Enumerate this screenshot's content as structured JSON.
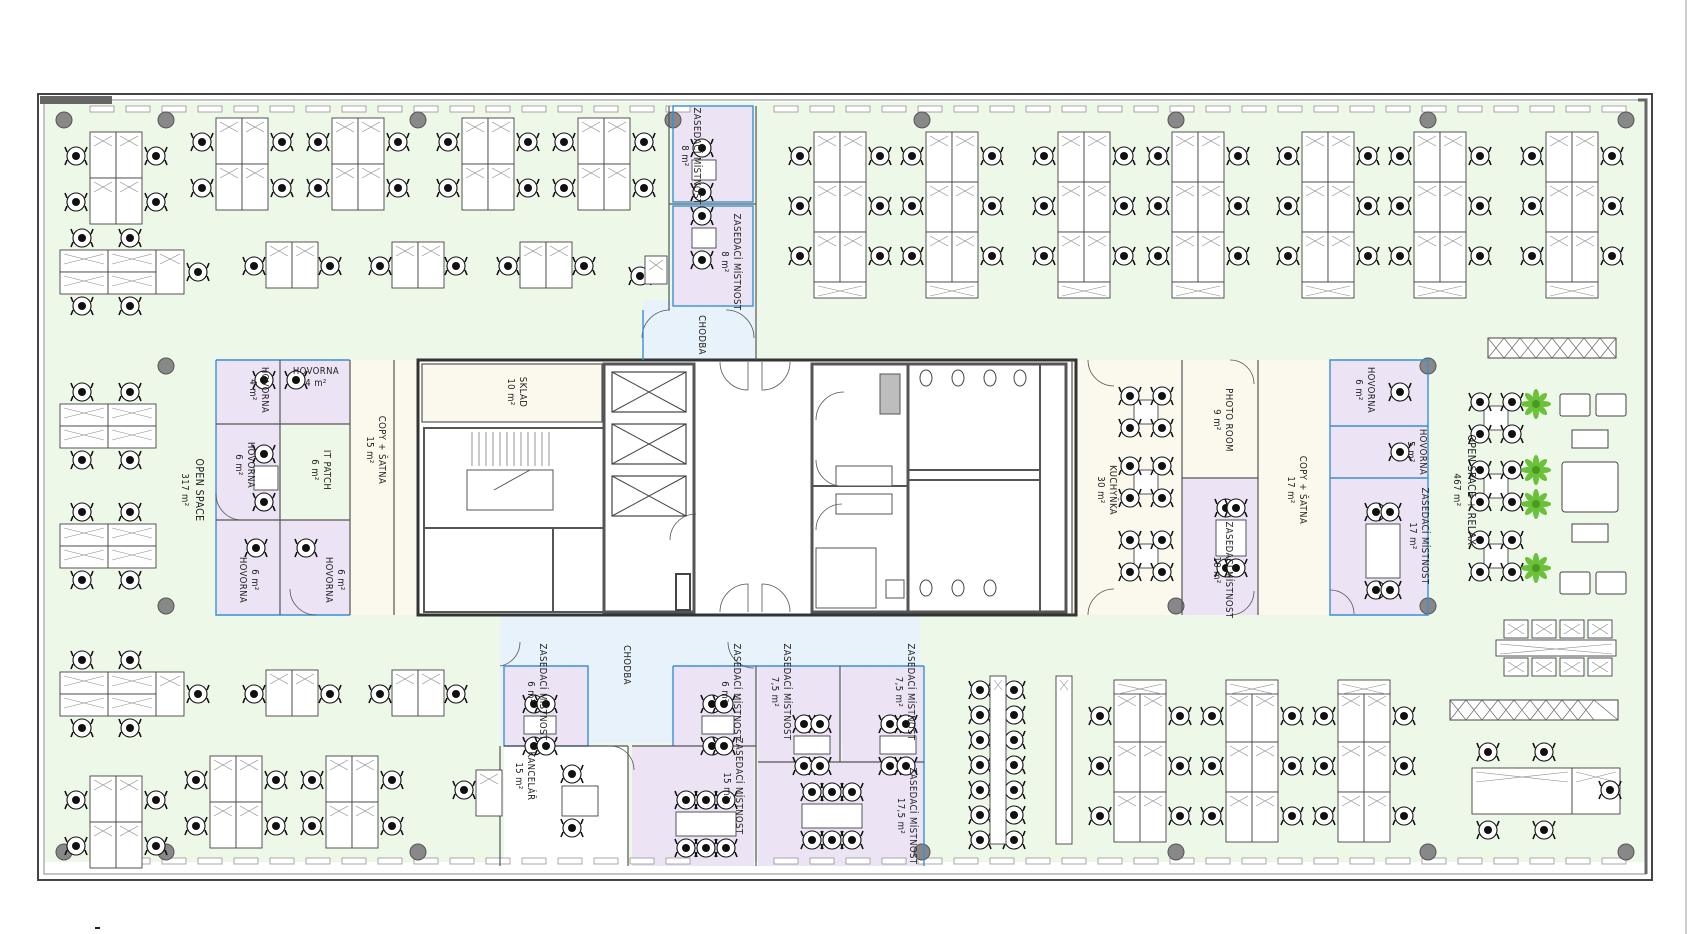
{
  "colors": {
    "open_space": "#edf8e8",
    "meeting": "#ece3f5",
    "corridor": "#e7f2fb",
    "service": "#fbf8ee",
    "core": "#ffffff",
    "glass": "#3b8ed6",
    "plant": "#6cc13b"
  },
  "rooms": {
    "open_space_west": {
      "name": "OPEN SPACE",
      "area": "317 m²"
    },
    "open_space_relax": {
      "name": "OPEN SPACE + RELAX",
      "area": "467 m²"
    },
    "hovorna_1": {
      "name": "HOVORNA",
      "area": "4 m²"
    },
    "hovorna_2": {
      "name": "HOVORNA",
      "area": "4 m²"
    },
    "hovorna_3": {
      "name": "HOVORNA",
      "area": "6 m²"
    },
    "it_patch": {
      "name": "IT PATCH",
      "area": "6 m²"
    },
    "hovorna_4": {
      "name": "HOVORNA",
      "area": "6 m²"
    },
    "hovorna_5": {
      "name": "HOVORNA",
      "area": "6 m²"
    },
    "copy_satna_west": {
      "name": "COPY + ŠATNA",
      "area": "15 m²"
    },
    "sklad": {
      "name": "SKLAD",
      "area": "10 m²"
    },
    "kuchynka": {
      "name": "KUCHYŇKA",
      "area": "30 m²"
    },
    "photo_room": {
      "name": "PHOTO ROOM",
      "area": "9 m²"
    },
    "zasedaci_10": {
      "name": "ZASEDACÍ MÍSTNOST",
      "area": "10 m²"
    },
    "copy_satna_east": {
      "name": "COPY + ŠATNA",
      "area": "17 m²"
    },
    "hovorna_e1": {
      "name": "HOVORNA",
      "area": "6 m²"
    },
    "hovorna_e2": {
      "name": "HOVORNA",
      "area": "5 m²"
    },
    "zasedaci_17": {
      "name": "ZASEDACÍ MÍSTNOST",
      "area": "17 m²"
    },
    "zasedaci_top1": {
      "name": "ZASEDACÍ MÍSTNOST",
      "area": "8 m²"
    },
    "zasedaci_top2": {
      "name": "ZASEDACÍ MÍSTNOST",
      "area": "8 m²"
    },
    "chodba_top": {
      "name": "CHODBA",
      "area": ""
    },
    "chodba_bottom": {
      "name": "CHODBA",
      "area": ""
    },
    "zasedaci_b1": {
      "name": "ZASEDACÍ MÍSTNOST",
      "area": "6 m²"
    },
    "zasedaci_b2": {
      "name": "ZASEDACÍ MÍSTNOST",
      "area": "6 m²"
    },
    "zasedaci_b3": {
      "name": "ZASEDACÍ MÍSTNOST",
      "area": "7,5 m²"
    },
    "zasedaci_b4": {
      "name": "ZASEDACÍ MÍSTNOST",
      "area": "7,5 m²"
    },
    "kancelar": {
      "name": "KANCELÁŘ",
      "area": "15 m²"
    },
    "zasedaci_b5": {
      "name": "ZASEDACÍ MÍSTNOST",
      "area": "15 m²"
    },
    "zasedaci_b6": {
      "name": "ZASEDACÍ MÍSTNOST",
      "area": "17,5 m²"
    }
  }
}
